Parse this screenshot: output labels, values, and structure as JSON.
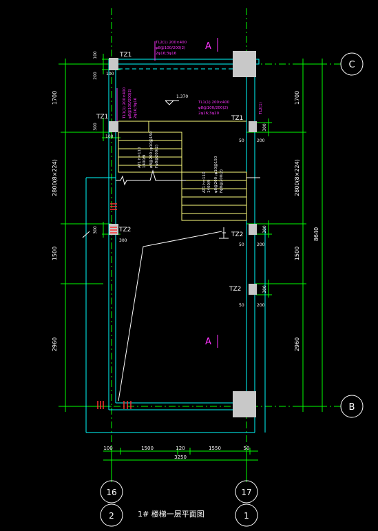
{
  "colors": {
    "background": "#000000",
    "grid_line": "#00ff00",
    "wall_cyan": "#00ffff",
    "stair_yellow": "#ffff80",
    "annotation_magenta": "#ff33ff",
    "column_fill": "#c8c8c8",
    "text_white": "#ffffff",
    "rebar_red": "#ff3030"
  },
  "axes": {
    "top": "C",
    "bottom": "B",
    "left_bottom": "16",
    "right_bottom": "17",
    "left_alt": "2",
    "right_alt": "1"
  },
  "section_marks": {
    "top": "A",
    "middle": "A"
  },
  "left_dims": [
    "1700",
    "2800(8×224)",
    "1500",
    "2960"
  ],
  "right_dims": [
    "1700",
    "2800(8×224)",
    "1500",
    "2960"
  ],
  "overall_dim": "8640",
  "bottom_dims": {
    "d100": "100",
    "d1500": "1500",
    "d120": "120",
    "d1550": "1550",
    "d50": "50",
    "total": "3250"
  },
  "column_labels": {
    "tz1_top": "TZ1",
    "tz1_left": "TZ1",
    "tz1_right": "TZ1",
    "tz2_left": "TZ2",
    "tz2_right": "TZ2",
    "tz2_mid": "TZ2"
  },
  "small_dims": {
    "d100a": "100",
    "d200a": "200",
    "d300a": "300",
    "d100b": "100",
    "d50a": "50",
    "d200b": "200",
    "d300b": "300",
    "d100c": "100",
    "d300c": "300",
    "d50b": "50",
    "d200c": "200",
    "d300d": "300",
    "d50c": "50",
    "d200d": "200",
    "d300e": "300",
    "d300f": "300"
  },
  "beam_notes": {
    "tl2_top": [
      "TL2(1) 200×400",
      "φ8@100/200(2)",
      "2φ16;3φ16"
    ],
    "tl1_right": [
      "TL1(1) 200×400",
      "φ8@100/200(2)",
      "2φ16;3φ20"
    ],
    "tl_vert": [
      "TL1(1) 200×400",
      "φ8@100/200(2)",
      "2φ16;3φ16"
    ],
    "tl_small": "TL2(1)"
  },
  "stair_notes": {
    "at1": [
      "AT1 h=110",
      "1400/9",
      "φ8@200 ;φ10@150",
      "Fφ8@200(2)"
    ],
    "at2": [
      "AT1 h=110",
      "1400/9",
      "φ8@200 ;φ10@150",
      "Fφ8@200(2)"
    ]
  },
  "level_mark": "1.370",
  "title": "1# 楼梯一层平面图"
}
